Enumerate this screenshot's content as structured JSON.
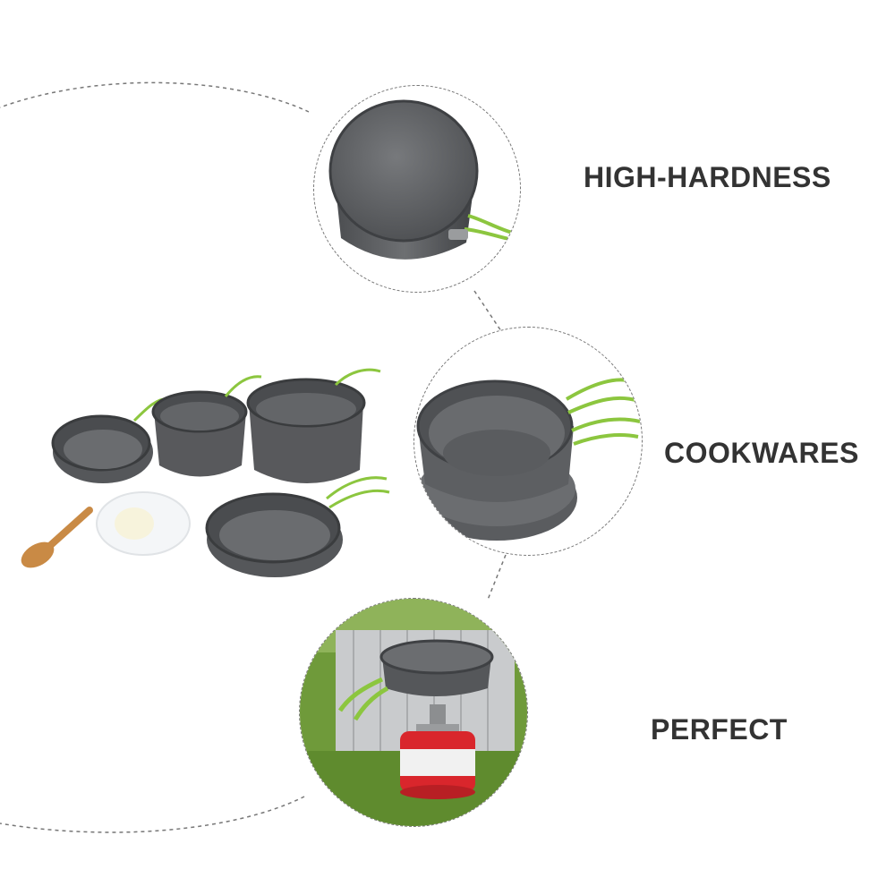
{
  "features": [
    {
      "label": "HIGH-HARDNESS"
    },
    {
      "label": "COOKWARES"
    },
    {
      "label": "PERFECT"
    }
  ],
  "colors": {
    "text": "#333333",
    "pot_gray": "#5a5c5f",
    "handle_green": "#8cc63f",
    "wood": "#c98a45",
    "grass": "#5f8b2e",
    "gas_red": "#d9262c"
  },
  "icons": [
    "pot-icon",
    "pan-icon",
    "wooden-spoon-icon",
    "bowl-icon",
    "camping-stove-icon",
    "gas-canister-icon",
    "windscreen-icon"
  ]
}
